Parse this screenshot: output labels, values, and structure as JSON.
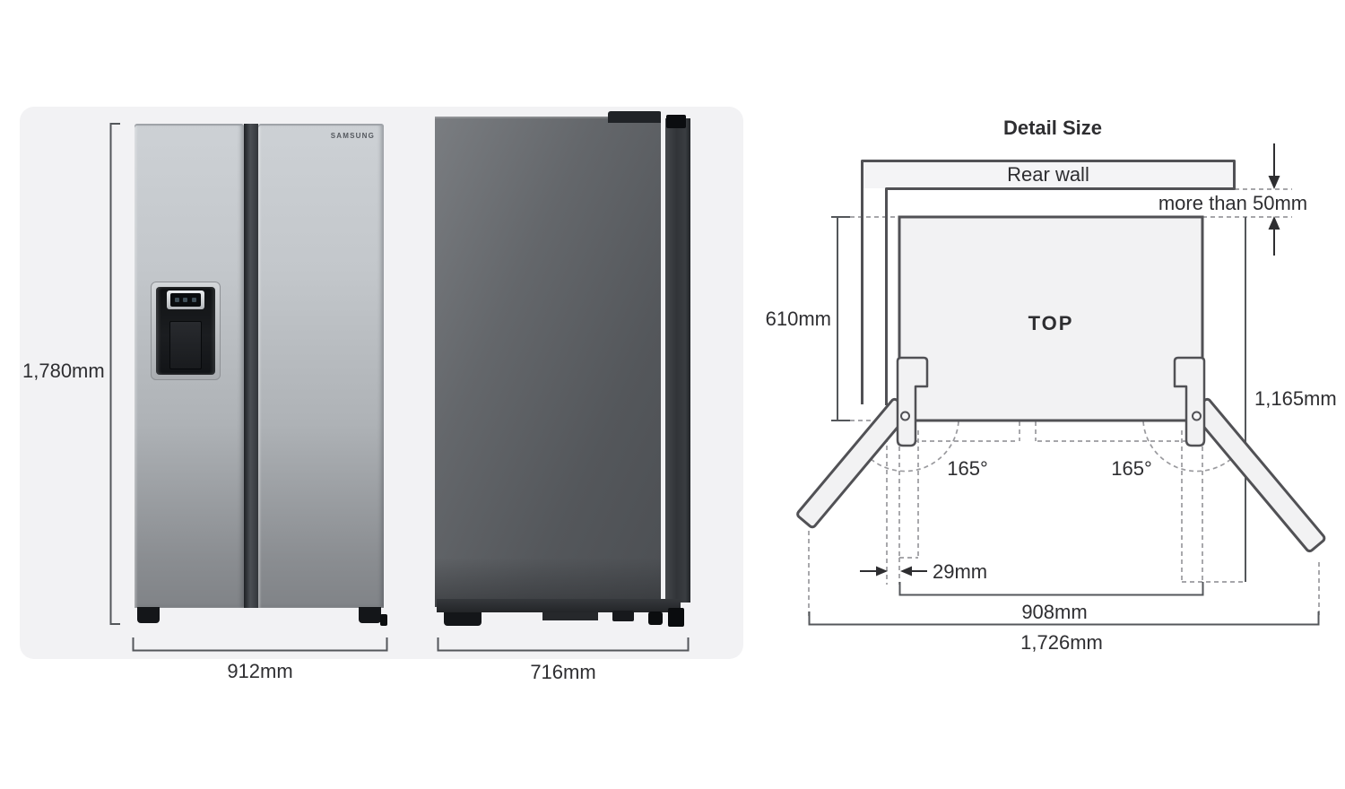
{
  "brand_logo": "SAMSUNG",
  "front_view": {
    "height_label": "1,780mm",
    "width_label": "912mm"
  },
  "side_view": {
    "depth_label": "716mm"
  },
  "detail_diagram": {
    "title": "Detail Size",
    "rear_wall_label": "Rear wall",
    "rear_clearance_label": "more than 50mm",
    "cabinet_depth_label": "610mm",
    "top_view_label": "TOP",
    "door_open_depth_label": "1,165mm",
    "left_door_angle_label": "165°",
    "right_door_angle_label": "165°",
    "hinge_offset_label": "29mm",
    "cabinet_width_label": "908mm",
    "doors_open_width_label": "1,726mm"
  },
  "colors": {
    "photo_panel": "#f2f2f4",
    "diagram_line": "#515155",
    "diagram_dash": "#9a9a9e",
    "diagram_text": "#2e2e31",
    "diagram_fill": "#f2f2f3",
    "door_silver_light": "#cdd1d5",
    "door_silver_dark": "#85888c",
    "divider_dark": "#25272a",
    "side_body_gray": "#5a5d61",
    "side_door_edge": "#3f4246"
  }
}
